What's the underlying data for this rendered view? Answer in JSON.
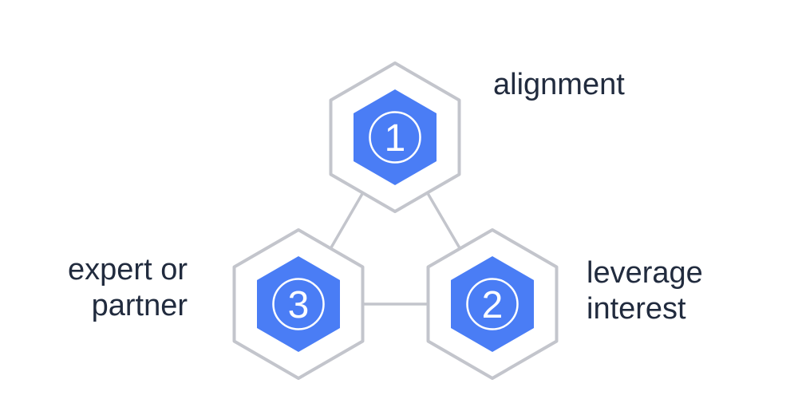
{
  "page": {
    "background": "#ffffff"
  },
  "diagram": {
    "type": "hexagon-network",
    "colors": {
      "hexagon_fill": "#4a7df5",
      "hexagon_outline": "#c3c5cc",
      "connector_line": "#c3c5cc",
      "number_color": "#ffffff",
      "label_color": "#212b3e"
    },
    "connections": [
      "1-3",
      "1-2",
      "3-2"
    ],
    "nodes": [
      {
        "id": "node-1",
        "number": "1",
        "label": "alignment",
        "label_lines": [
          "alignment"
        ]
      },
      {
        "id": "node-2",
        "number": "2",
        "label": "leverage interest",
        "label_lines": [
          "leverage",
          "interest"
        ]
      },
      {
        "id": "node-3",
        "number": "3",
        "label": "expert or partner",
        "label_lines": [
          "expert or",
          "partner"
        ]
      }
    ]
  }
}
